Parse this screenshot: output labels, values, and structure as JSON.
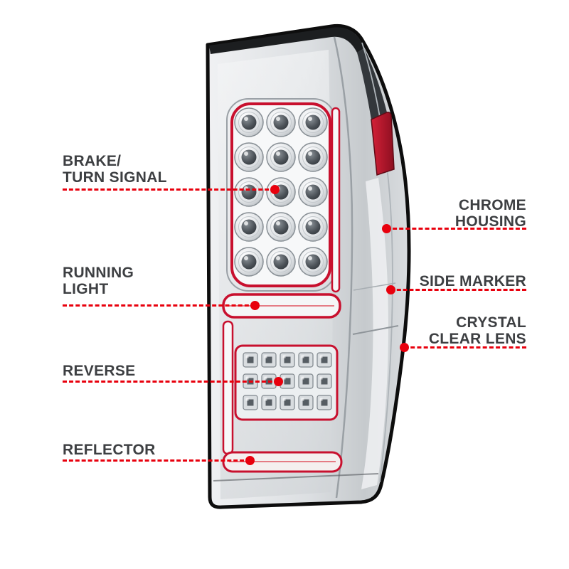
{
  "colors": {
    "callout_red": "#e8000d",
    "lamp_red": "#c8102e",
    "label_text": "#3d3f42",
    "housing_outline": "#0d0d0d"
  },
  "callouts": {
    "left": [
      {
        "id": "brake-turn-signal",
        "lines": [
          "BRAKE/",
          "TURN SIGNAL"
        ]
      },
      {
        "id": "running-light",
        "lines": [
          "RUNNING",
          "LIGHT"
        ]
      },
      {
        "id": "reverse",
        "lines": [
          "REVERSE"
        ]
      },
      {
        "id": "reflector",
        "lines": [
          "REFLECTOR"
        ]
      }
    ],
    "right": [
      {
        "id": "chrome-housing",
        "lines": [
          "CHROME",
          "HOUSING"
        ]
      },
      {
        "id": "side-marker",
        "lines": [
          "SIDE MARKER"
        ]
      },
      {
        "id": "crystal-clear-lens",
        "lines": [
          "CRYSTAL",
          "CLEAR LENS"
        ]
      }
    ]
  },
  "illustration": {
    "subject": "chrome-housing-led-tail-light",
    "led_grid": {
      "rows": 5,
      "columns": 3
    },
    "reverse_grid": {
      "rows": 3,
      "columns": 5
    }
  }
}
